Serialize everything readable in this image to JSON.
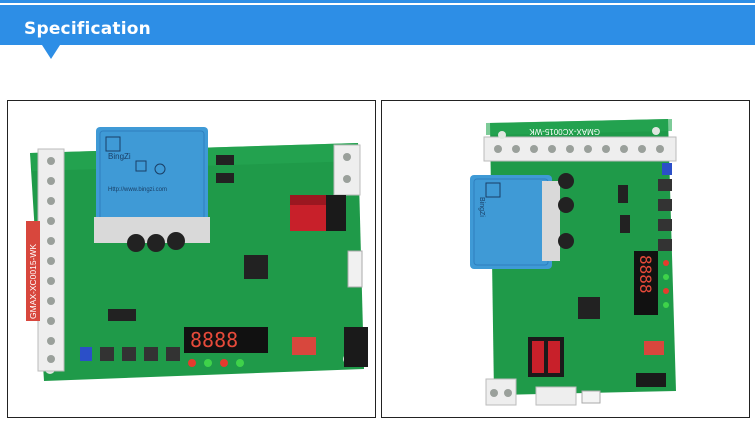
{
  "header": {
    "title": "Specification"
  },
  "photos": [
    {
      "board_label": "GMAX-XC0015-WK",
      "transformer_brand": "BingZi",
      "transformer_url": "Http://www.bingzi.com",
      "display_digits": "8888"
    },
    {
      "board_label": "GMAX-XC0015-WK",
      "transformer_brand": "BingZi",
      "display_digits": "8888"
    }
  ],
  "colors": {
    "banner": "#2d8ee6",
    "pcb": "#1f9a49",
    "transformer": "#3f9ad6",
    "terminal": "#eeeeee"
  }
}
